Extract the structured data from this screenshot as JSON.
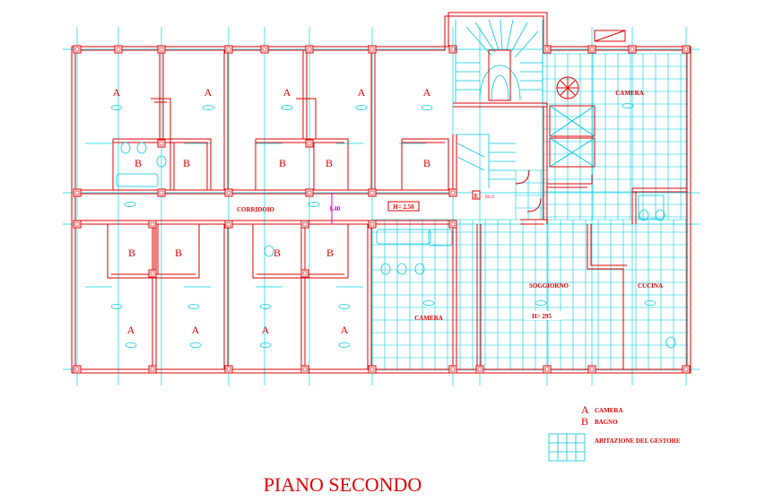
{
  "drawing": {
    "title": "PIANO SECONDO",
    "colors": {
      "wall": "#e00000",
      "axis": "#00d8e8",
      "tile": "#00c8e0",
      "dimension": "#d000d0"
    },
    "room_labels": {
      "a": "A",
      "b": "B",
      "corridoio": "CORRIDOIO",
      "camera": "CAMERA",
      "soggiorno": "SOGGIORNO",
      "cucina": "CUCINA"
    },
    "annotations": {
      "corridor_width": "1.40",
      "corridor_height": "H= 2.50",
      "living_height": "H= 295",
      "service_box": "E",
      "service_note": "EL.6"
    }
  },
  "legend": {
    "items": [
      {
        "key": "A",
        "text": "CAMERA"
      },
      {
        "key": "B",
        "text": "BAGNO"
      }
    ],
    "hatch_text": "ABITAZIONE DEL GESTORE"
  }
}
